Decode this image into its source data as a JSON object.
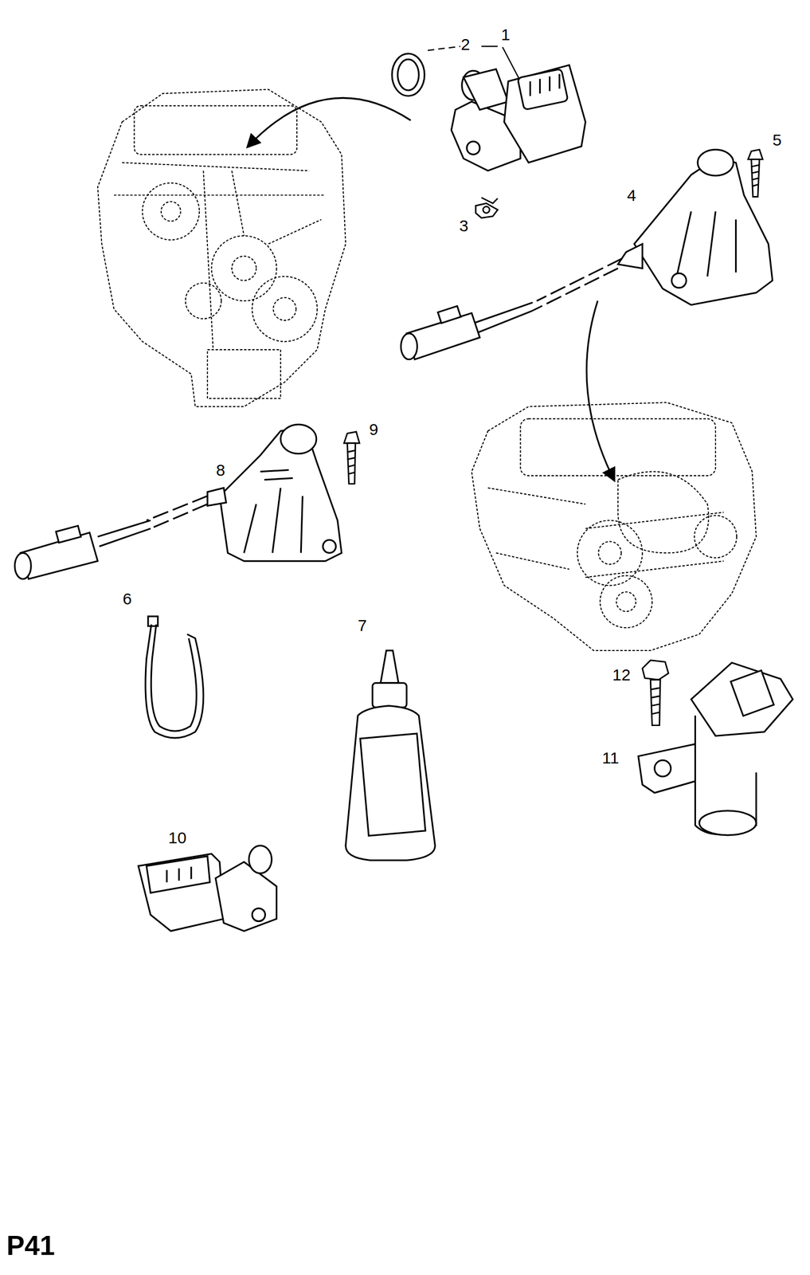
{
  "diagram": {
    "labels": [
      "1",
      "2",
      "3",
      "4",
      "5",
      "6",
      "7",
      "8",
      "9",
      "10",
      "11",
      "12",
      "P41"
    ]
  }
}
